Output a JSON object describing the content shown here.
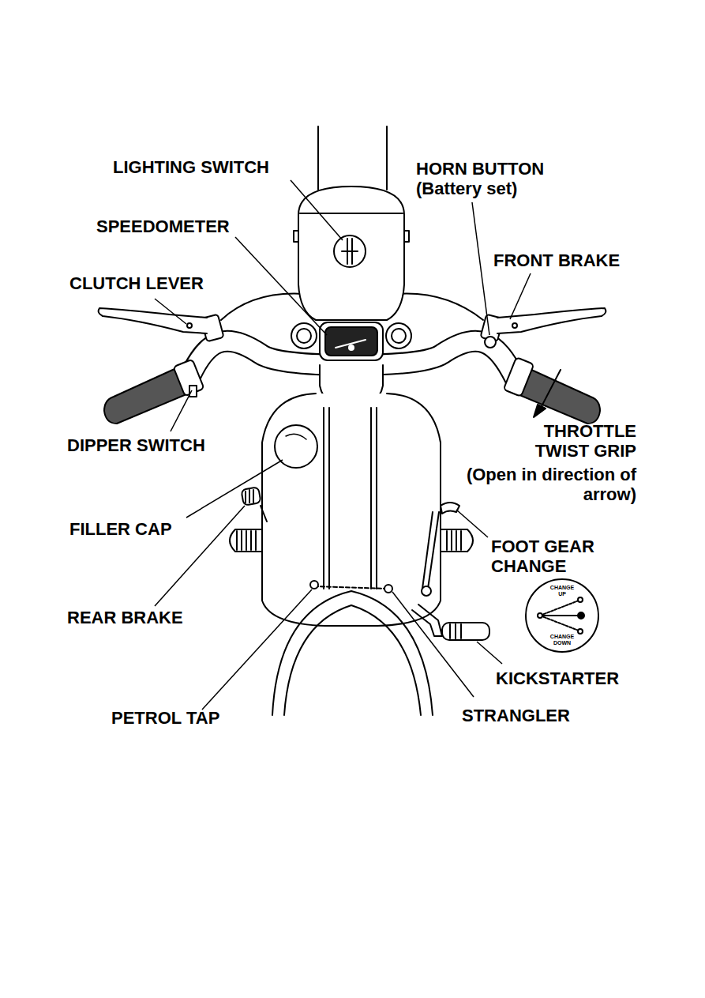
{
  "diagram": {
    "nodes": [
      {
        "text": [
          "CHANGE UP",
          "CHANGE DOWN"
        ]
      }
    ],
    "labels": [
      "LIGHTING SWITCH",
      "HORN BUTTON",
      "(Battery set)",
      "SPEEDOMETER",
      "FRONT BRAKE",
      "CLUTCH LEVER",
      "DIPPER SWITCH",
      "THROTTLE TWIST GRIP",
      "(Open in direction of arrow)",
      "FILLER CAP",
      "FOOT GEAR CHANGE",
      "REAR BRAKE",
      "KICKSTARTER",
      "PETROL TAP",
      "STRANGLER"
    ]
  }
}
